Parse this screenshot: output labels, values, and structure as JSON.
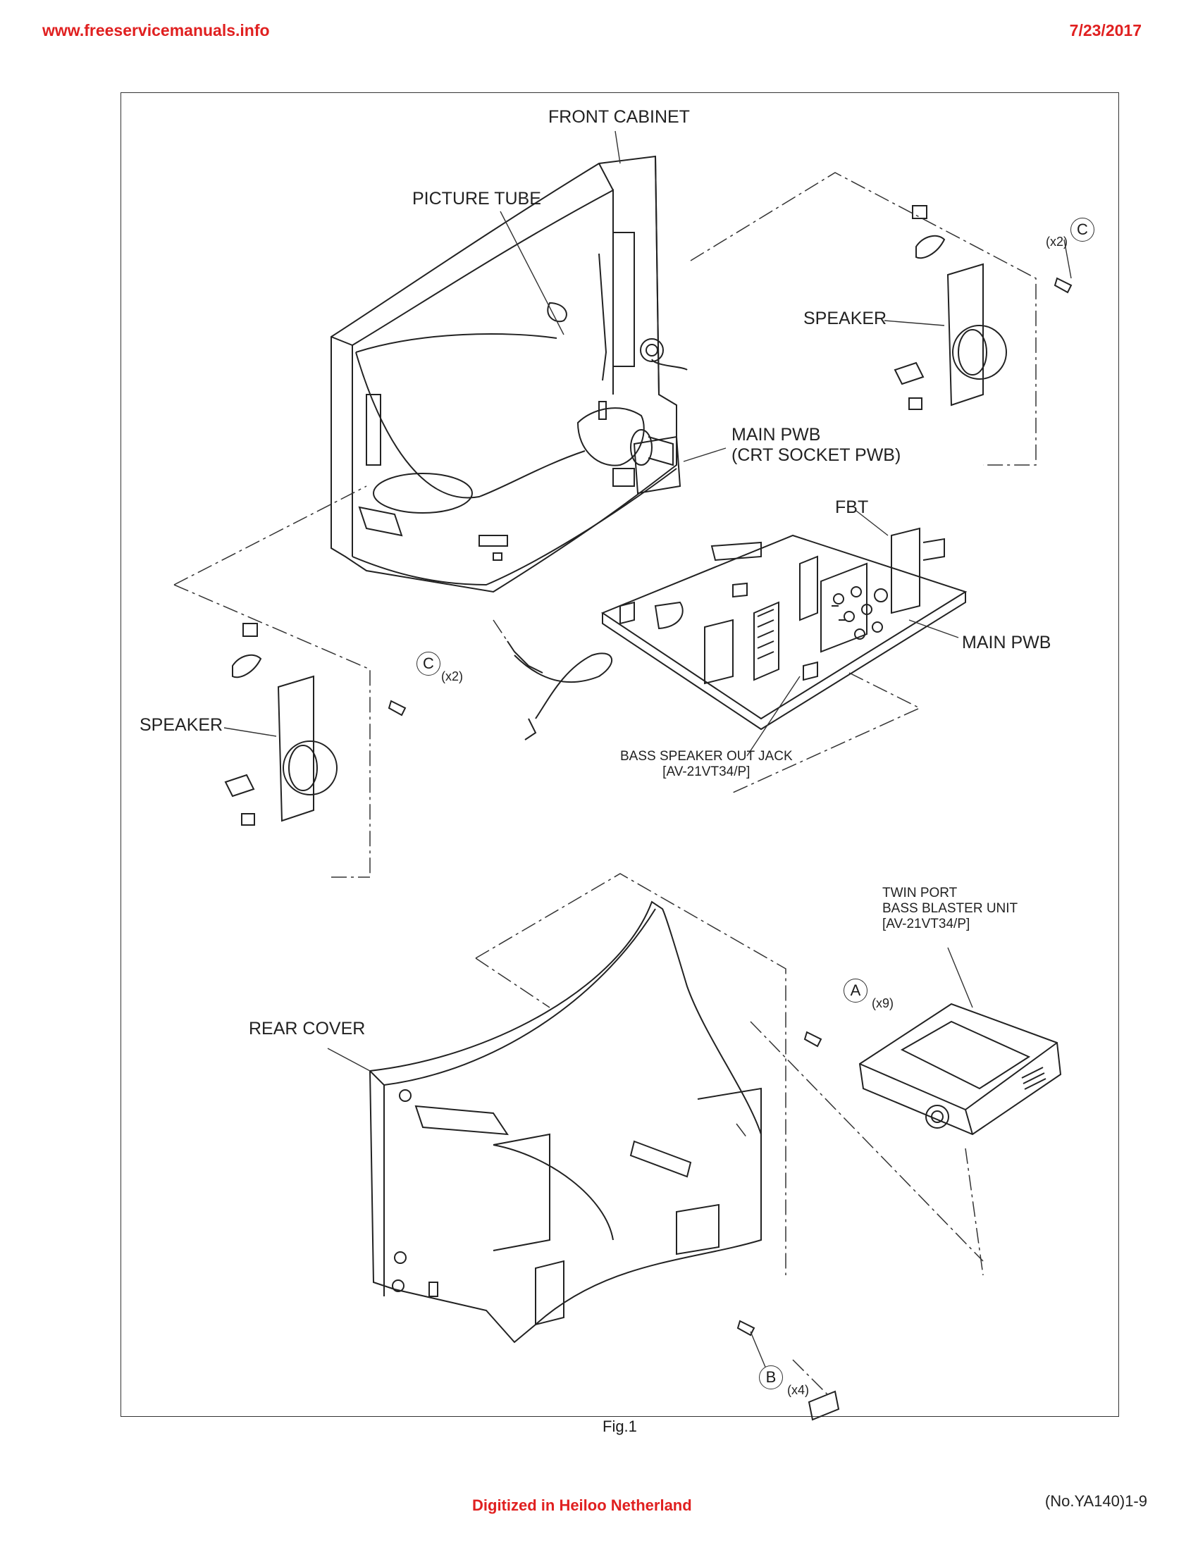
{
  "header": {
    "site": "www.freeservicemanuals.info",
    "date": "7/23/2017"
  },
  "diagram": {
    "labels": {
      "front_cabinet": "FRONT CABINET",
      "picture_tube": "PICTURE TUBE",
      "speaker_right": "SPEAKER",
      "main_pwb_crt_line1": "MAIN PWB",
      "main_pwb_crt_line2": "(CRT SOCKET PWB)",
      "fbt": "FBT",
      "main_pwb": "MAIN PWB",
      "speaker_left": "SPEAKER",
      "bass_jack_line1": "BASS SPEAKER OUT JACK",
      "bass_jack_line2": "[AV-21VT34/P]",
      "twin_port_line1": "TWIN PORT",
      "twin_port_line2": "BASS BLASTER UNIT",
      "twin_port_line3": "[AV-21VT34/P]",
      "rear_cover": "REAR COVER"
    },
    "screws": {
      "c_right": {
        "letter": "C",
        "qty": "(x2)"
      },
      "c_left": {
        "letter": "C",
        "qty": "(x2)"
      },
      "a": {
        "letter": "A",
        "qty": "(x9)"
      },
      "b": {
        "letter": "B",
        "qty": "(x4)"
      }
    },
    "caption": "Fig.1"
  },
  "footer": {
    "digitized": "Digitized in Heiloo Netherland",
    "page_ref": "(No.YA140)1-9"
  }
}
